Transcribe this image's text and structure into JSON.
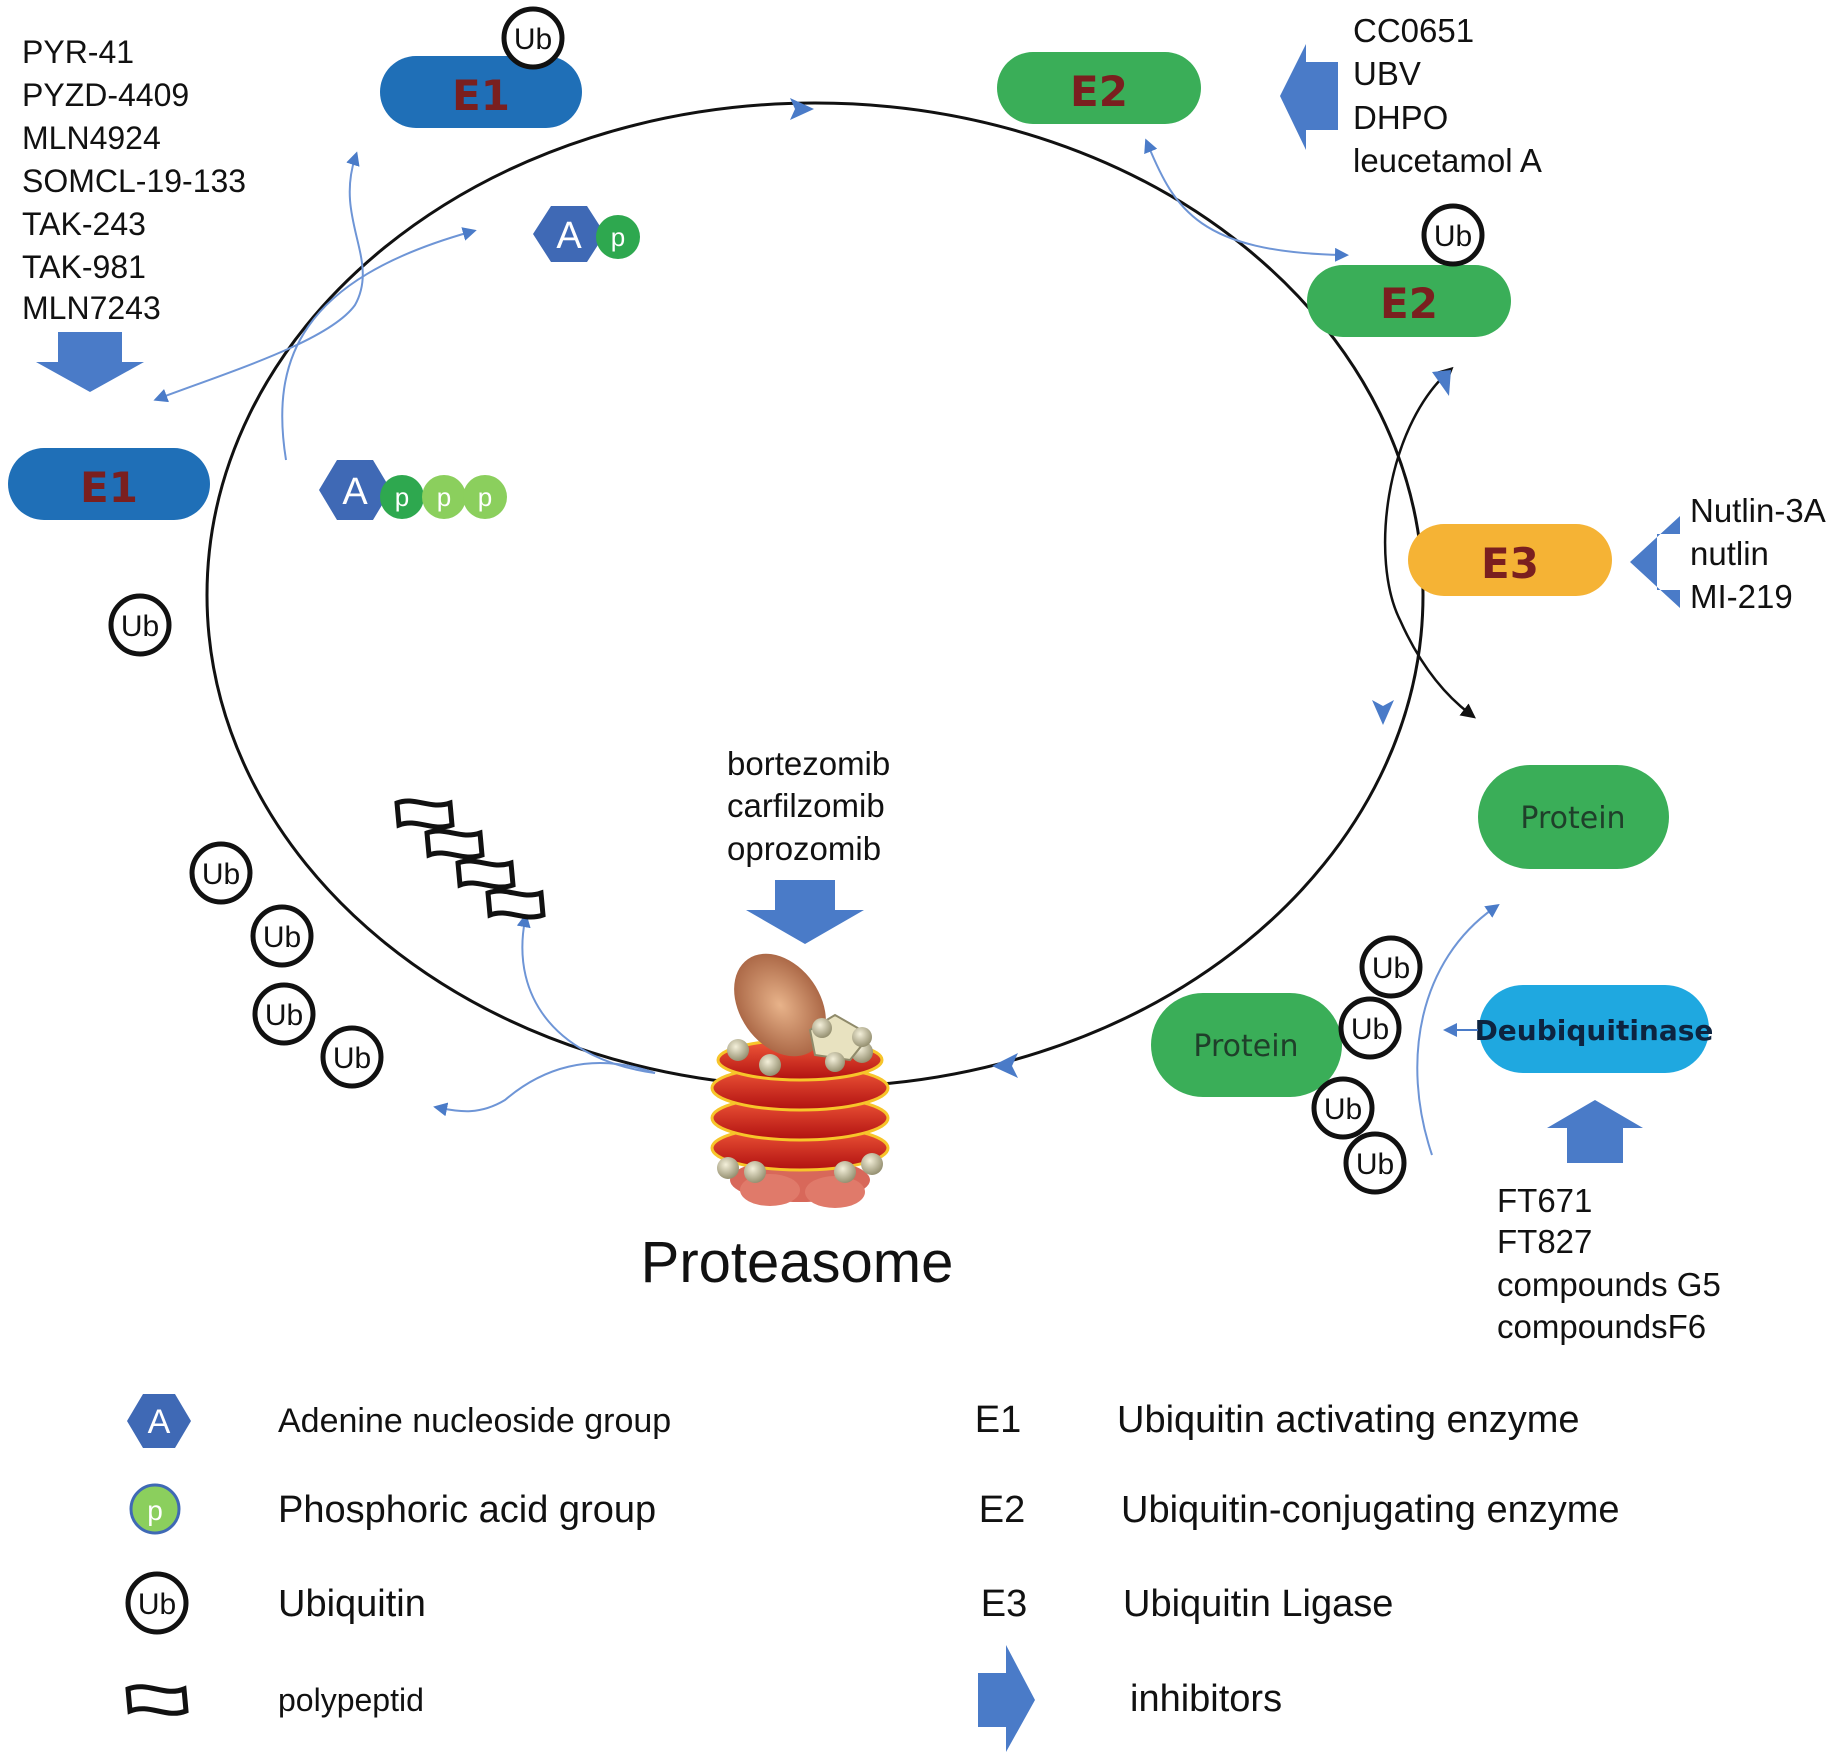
{
  "e1_top_label": "E1",
  "e1_left_label": "E1",
  "e2_top_label": "E2",
  "e2_ub_label": "E2",
  "e3_label": "E3",
  "ub_label": "Ub",
  "a_label": "A",
  "p_label": "p",
  "protein_ub_label": "Protein",
  "protein_free_label": "Protein",
  "deub_label": "Deubiquitinase",
  "proteasome_label": "Proteasome",
  "e1_inhibitors": [
    "PYR-41",
    "PYZD-4409",
    "MLN4924",
    "SOMCL-19-133",
    "TAK-243",
    "TAK-981",
    "MLN7243"
  ],
  "e2_inhibitors": [
    "CC0651",
    "UBV",
    "DHPO",
    "leucetamol A"
  ],
  "e3_inhibitors": [
    "Nutlin-3A",
    "nutlin",
    "MI-219"
  ],
  "proteasome_inhibitors": [
    "bortezomib",
    "carfilzomib",
    "oprozomib"
  ],
  "dub_inhibitors": [
    "FT671",
    "FT827",
    "compounds G5",
    "compoundsF6"
  ],
  "legend": {
    "adenine": "Adenine nucleoside group",
    "phosphoric": "Phosphoric acid group",
    "ubiquitin": "Ubiquitin",
    "polypeptid": "polypeptid",
    "e1_key": "E1",
    "e1_desc": "Ubiquitin activating enzyme",
    "e2_key": "E2",
    "e2_desc": "Ubiquitin-conjugating enzyme",
    "e3_key": "E3",
    "e3_desc": "Ubiquitin Ligase",
    "inhibitors": "inhibitors"
  },
  "colors": {
    "e1": "#1f6fb7",
    "e2": "#3aae58",
    "e3": "#f5b335",
    "protein": "#3aae58",
    "deub": "#1fa8e0",
    "arrow": "#4a7bc8",
    "hex": "#3f69b5",
    "p_dark": "#2ea84f",
    "p_light": "#8bcf5d"
  }
}
